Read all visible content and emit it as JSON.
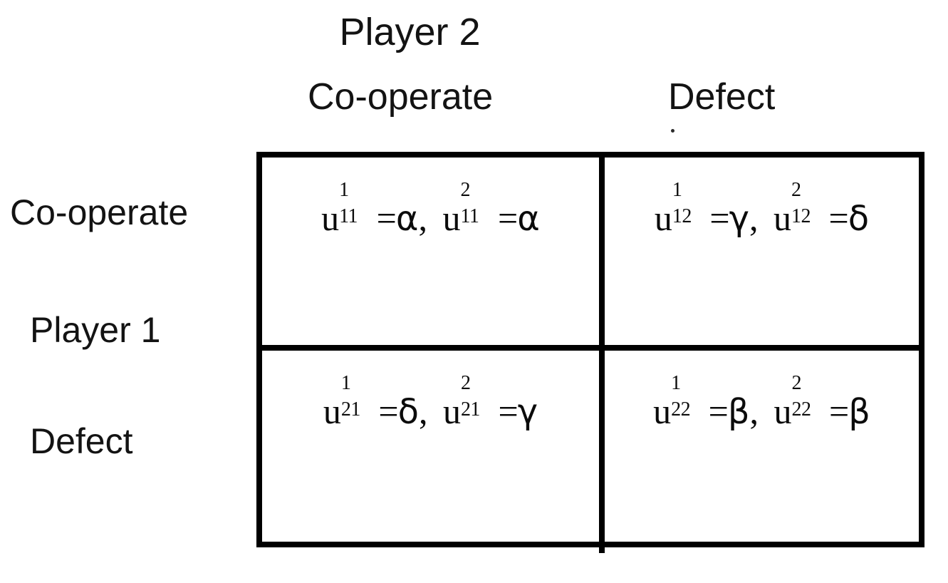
{
  "header": {
    "player2_title": "Player 2",
    "player1_label": "Player 1"
  },
  "columns": [
    {
      "label": "Co-operate"
    },
    {
      "label": "Defect"
    }
  ],
  "rows": [
    {
      "label": "Co-operate"
    },
    {
      "label": "Defect"
    }
  ],
  "matrix": {
    "symbol": "u",
    "cells": [
      {
        "row": "Co-operate",
        "col": "Co-operate",
        "player1": {
          "symbol": "u",
          "superscript": "1",
          "subscript": "11",
          "equals": "=",
          "value": "α"
        },
        "player2": {
          "symbol": "u",
          "superscript": "2",
          "subscript": "11",
          "equals": "=",
          "value": "α"
        },
        "separator": ","
      },
      {
        "row": "Co-operate",
        "col": "Defect",
        "player1": {
          "symbol": "u",
          "superscript": "1",
          "subscript": "12",
          "equals": "=",
          "value": "γ"
        },
        "player2": {
          "symbol": "u",
          "superscript": "2",
          "subscript": "12",
          "equals": "=",
          "value": "δ"
        },
        "separator": ","
      },
      {
        "row": "Defect",
        "col": "Co-operate",
        "player1": {
          "symbol": "u",
          "superscript": "1",
          "subscript": "21",
          "equals": "=",
          "value": "δ"
        },
        "player2": {
          "symbol": "u",
          "superscript": "2",
          "subscript": "21",
          "equals": "=",
          "value": "γ"
        },
        "separator": ","
      },
      {
        "row": "Defect",
        "col": "Defect",
        "player1": {
          "symbol": "u",
          "superscript": "1",
          "subscript": "22",
          "equals": "=",
          "value": "β"
        },
        "player2": {
          "symbol": "u",
          "superscript": "2",
          "subscript": "22",
          "equals": "=",
          "value": "β"
        },
        "separator": ","
      }
    ]
  },
  "colors": {
    "ink": "#000000",
    "background": "#ffffff"
  }
}
